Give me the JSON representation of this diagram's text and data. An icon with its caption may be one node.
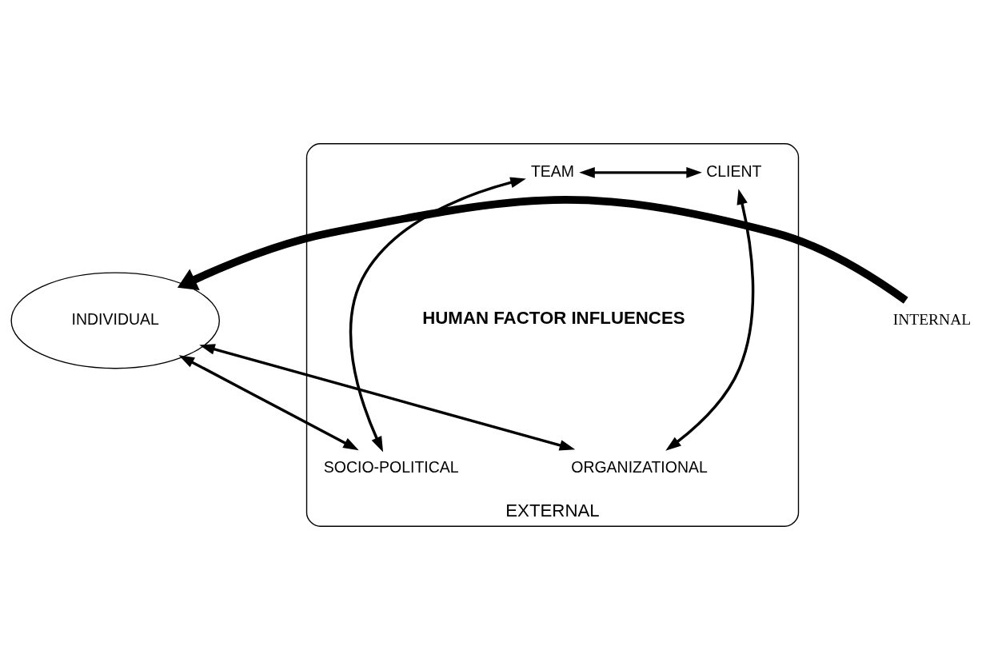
{
  "diagram": {
    "nodes": [
      {
        "text": [
          "INDIVIDUAL"
        ]
      },
      {
        "text": [
          "INTERNAL"
        ]
      },
      {
        "text": [
          "EXTERNAL"
        ]
      },
      {
        "text": [
          "TEAM"
        ],
        "in": 2
      },
      {
        "text": [
          "CLIENT"
        ],
        "in": 2
      },
      {
        "text": [
          "ORGANIZATIONAL"
        ],
        "in": 2
      },
      {
        "text": [
          "SOCIO-POLITICAL"
        ],
        "in": 2
      }
    ],
    "edges": [
      {
        "from": 1,
        "to": 0,
        "arrow": "to",
        "style": "thick"
      },
      {
        "from": 0,
        "to": 5,
        "arrow": "both"
      },
      {
        "from": 0,
        "to": 6,
        "arrow": "both"
      },
      {
        "from": 3,
        "to": 4,
        "arrow": "both"
      },
      {
        "from": 3,
        "to": 6,
        "arrow": "both"
      },
      {
        "from": 4,
        "to": 5,
        "arrow": "both"
      }
    ],
    "labels": [
      "HUMAN FACTOR INFLUENCES"
    ]
  }
}
